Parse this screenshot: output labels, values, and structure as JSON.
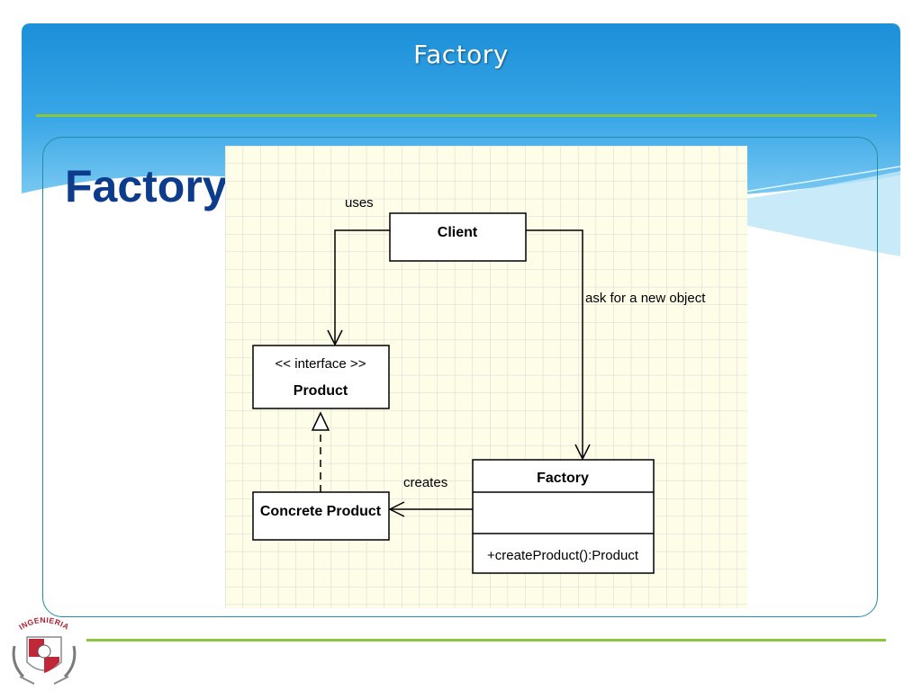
{
  "header": {
    "title": "Factory"
  },
  "slide": {
    "heading": "Factory"
  },
  "logo": {
    "text": "INGENIERIA"
  },
  "diagram": {
    "classes": {
      "client": {
        "name": "Client"
      },
      "product": {
        "stereotype": "<< interface >>",
        "name": "Product"
      },
      "concrete_product": {
        "name": "Concrete Product"
      },
      "factory": {
        "name": "Factory",
        "method": "+createProduct():Product"
      }
    },
    "relations": {
      "uses": "uses",
      "ask": "ask for a new object",
      "creates": "creates"
    }
  },
  "colors": {
    "header_blue": "#1a8fd8",
    "frame_teal": "#1f8fa6",
    "green_rule": "#8cc63f",
    "grid_bg": "#fdfde8",
    "grid_line": "#d6d6d6",
    "heading_blue": "#0d3c8c"
  }
}
